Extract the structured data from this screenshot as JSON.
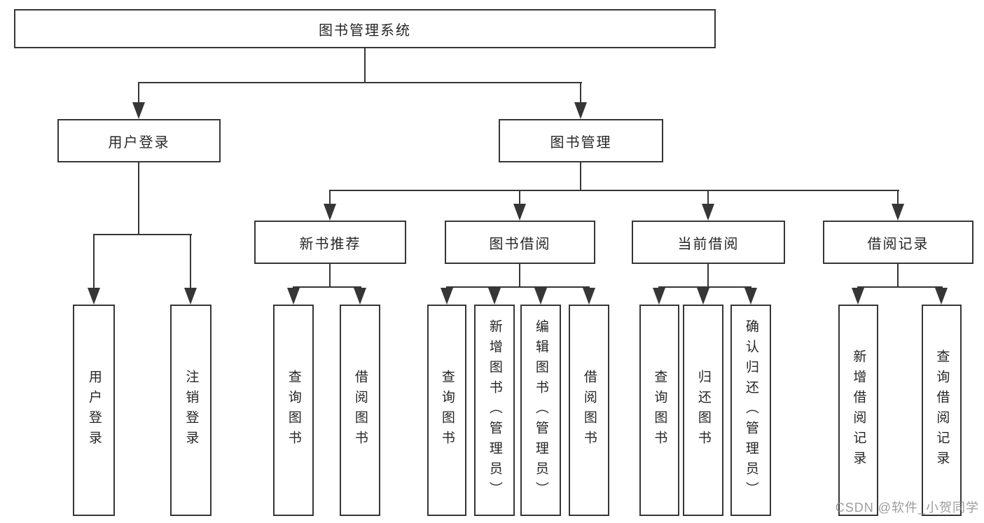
{
  "colors": {
    "line": "#363636",
    "box_border": "#363636",
    "box_bg": "#ffffff",
    "text": "#262626",
    "watermark": "#8c8c8c"
  },
  "tree": {
    "root": {
      "label": "图书管理系统"
    },
    "children": [
      {
        "label": "用户登录",
        "children": [
          {
            "label": "用户登录"
          },
          {
            "label": "注销登录"
          }
        ]
      },
      {
        "label": "图书管理",
        "children": [
          {
            "label": "新书推荐",
            "children": [
              {
                "label": "查询图书"
              },
              {
                "label": "借阅图书"
              }
            ]
          },
          {
            "label": "图书借阅",
            "children": [
              {
                "label": "查询图书"
              },
              {
                "label": "新增图书（管理员）"
              },
              {
                "label": "编辑图书（管理员）"
              },
              {
                "label": "借阅图书"
              }
            ]
          },
          {
            "label": "当前借阅",
            "children": [
              {
                "label": "查询图书"
              },
              {
                "label": "归还图书"
              },
              {
                "label": "确认归还（管理员）"
              }
            ]
          },
          {
            "label": "借阅记录",
            "children": [
              {
                "label": "新增借阅记录"
              },
              {
                "label": "查询借阅记录"
              }
            ]
          }
        ]
      }
    ]
  },
  "watermark": {
    "text": "CSDN @软件_小贺同学"
  }
}
